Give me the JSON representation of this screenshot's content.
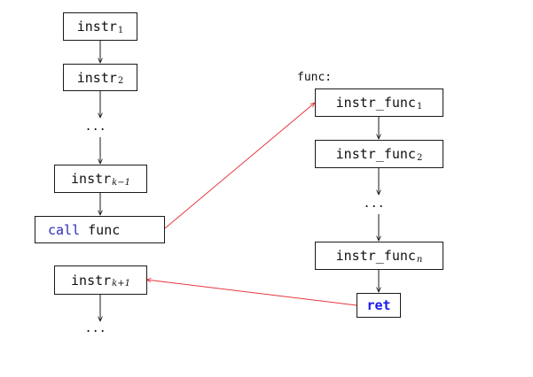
{
  "left_column": {
    "instr1": {
      "base": "instr",
      "sub": "1"
    },
    "instr2": {
      "base": "instr",
      "sub": "2"
    },
    "dots_1": "...",
    "instr_k_minus_1": {
      "base": "instr",
      "sub": "k−1"
    },
    "call": {
      "keyword": "call",
      "target": "func"
    },
    "instr_k_plus_1": {
      "base": "instr",
      "sub": "k+1"
    },
    "dots_2": "..."
  },
  "right_column": {
    "label": "func:",
    "instr_func1": {
      "base": "instr_func",
      "sub": "1"
    },
    "instr_func2": {
      "base": "instr_func",
      "sub": "2"
    },
    "dots": "...",
    "instr_funcn": {
      "base": "instr_func",
      "sub": "n"
    },
    "ret": "ret"
  },
  "colors": {
    "call_arrow": "#e8363d",
    "flow_arrow": "#1a1a1a",
    "keyword": "#2b2bb8",
    "ret_keyword": "#1a1af0"
  }
}
